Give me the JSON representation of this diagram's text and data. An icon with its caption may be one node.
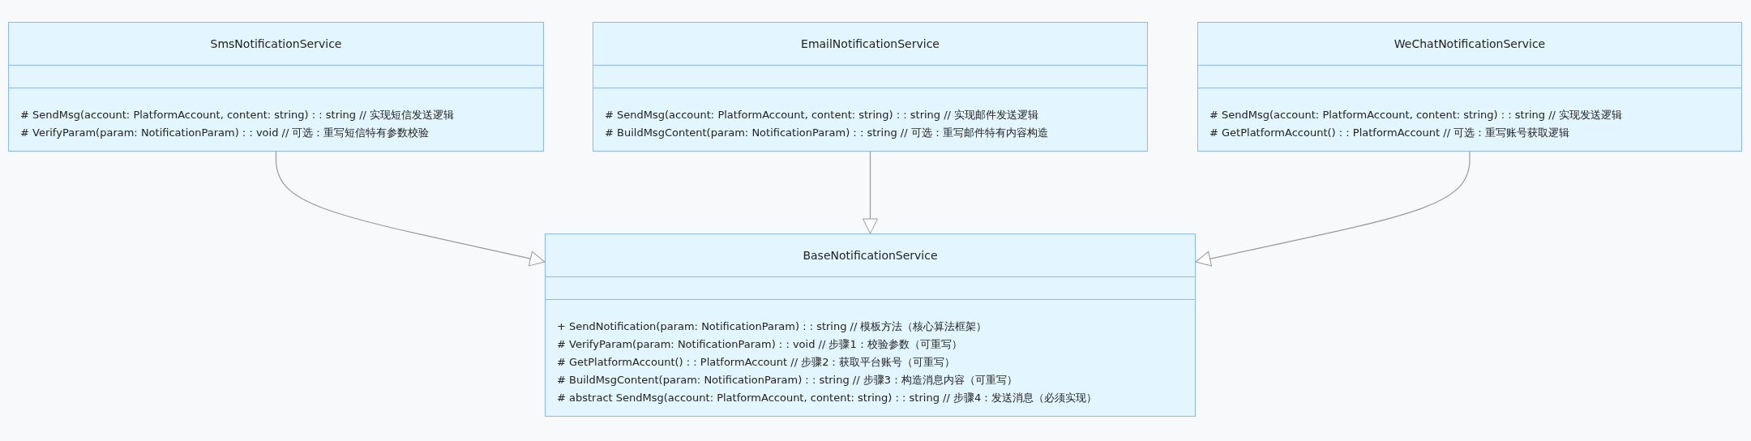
{
  "diagram": {
    "nodes": [
      {
        "text": [
          "SmsNotificationService",
          "# SendMsg(account: PlatformAccount, content: string) : : string // 实现短信发送逻辑",
          "# VerifyParam(param: NotificationParam) : : void // 可选：重写短信特有参数校验"
        ]
      },
      {
        "text": [
          "EmailNotificationService",
          "# SendMsg(account: PlatformAccount, content: string) : : string // 实现邮件发送逻辑",
          "# BuildMsgContent(param: NotificationParam) : : string // 可选：重写邮件特有内容构造"
        ]
      },
      {
        "text": [
          "WeChatNotificationService",
          "# SendMsg(account: PlatformAccount, content: string) : : string // 实现发送逻辑",
          "# GetPlatformAccount() : : PlatformAccount // 可选：重写账号获取逻辑"
        ]
      },
      {
        "text": [
          "BaseNotificationService",
          "+ SendNotification(param: NotificationParam) : : string // 模板方法（核心算法框架）",
          "# VerifyParam(param: NotificationParam) : : void // 步骤1：校验参数（可重写）",
          "# GetPlatformAccount() : : PlatformAccount // 步骤2：获取平台账号（可重写）",
          "# BuildMsgContent(param: NotificationParam) : : string // 步骤3：构造消息内容（可重写）",
          "# abstract SendMsg(account: PlatformAccount, content: string) : : string // 步骤4：发送消息（必须实现）"
        ]
      }
    ],
    "edges": [
      {
        "from": 0,
        "to": 3,
        "arrow": "to"
      },
      {
        "from": 1,
        "to": 3,
        "arrow": "to"
      },
      {
        "from": 2,
        "to": 3,
        "arrow": "to"
      }
    ]
  }
}
